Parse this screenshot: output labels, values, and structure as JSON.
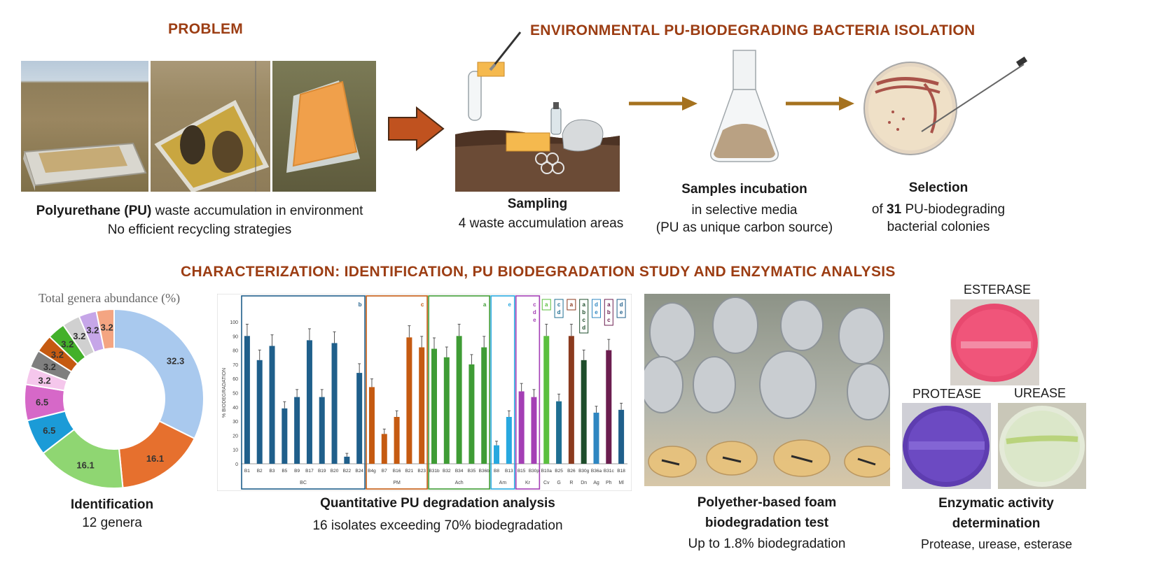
{
  "headers": {
    "problem": "PROBLEM",
    "isolation": "ENVIRONMENTAL PU-BIODEGRADING BACTERIA ISOLATION",
    "characterization": "CHARACTERIZATION: IDENTIFICATION, PU BIODEGRADATION STUDY AND ENZYMATIC ANALYSIS"
  },
  "problem": {
    "line1_bold": "Polyurethane (PU)",
    "line1_rest": " waste accumulation in environment",
    "line2": "No efficient recycling strategies"
  },
  "sampling": {
    "title": "Sampling",
    "sub": "4 waste accumulation areas"
  },
  "incubation": {
    "title": "Samples incubation",
    "sub1": "in selective media",
    "sub2": "(PU as unique carbon source)"
  },
  "selection": {
    "title": "Selection",
    "sub1_pre": "of ",
    "sub1_bold": "31",
    "sub1_post": " PU-biodegrading",
    "sub2": "bacterial colonies"
  },
  "identification": {
    "title": "Identification",
    "sub": "12 genera"
  },
  "quantitative": {
    "title": "Quantitative PU degradation analysis",
    "sub": "16 isolates exceeding 70% biodegradation"
  },
  "foam_test": {
    "title1": "Polyether-based foam",
    "title2": "biodegradation test",
    "sub": "Up to 1.8% biodegradation"
  },
  "enzymatic": {
    "title1": "Enzymatic activity",
    "title2": "determination",
    "sub": "Protease, urease, esterase",
    "esterase": "ESTERASE",
    "protease": "PROTEASE",
    "urease": "UREASE"
  },
  "colors": {
    "header": "#9c3d13",
    "arrow": "#c0521f",
    "small_arrow": "#a5721f"
  },
  "chart_data": [
    {
      "type": "pie",
      "title": "Total genera abundance (%)",
      "values": [
        32.3,
        16.1,
        16.1,
        6.5,
        6.5,
        3.2,
        3.2,
        3.2,
        3.2,
        3.2,
        3.2,
        3.2
      ],
      "labels": [
        "32.3",
        "16.1",
        "16.1",
        "6.5",
        "6.5",
        "3.2",
        "3.2",
        "3.2",
        "3.2",
        "3.2",
        "3.2",
        "3.2"
      ],
      "colors": [
        "#a9c9ee",
        "#e6702e",
        "#8fd672",
        "#1b9bd7",
        "#d668c8",
        "#f5c7ec",
        "#7f7f7f",
        "#c55a11",
        "#43b02a",
        "#d0d0d0",
        "#c6a6e8",
        "#f4a582"
      ]
    },
    {
      "type": "bar",
      "ylabel": "% BIODEGRADATION",
      "ylim": [
        0,
        100
      ],
      "yticks": [
        "0",
        "10",
        "20",
        "30",
        "40",
        "50",
        "60",
        "70",
        "80",
        "90",
        "100"
      ],
      "groups": [
        {
          "name": "BC",
          "letter": "b",
          "color": "#1f5f8b",
          "categories": [
            "B1",
            "B2",
            "B3",
            "B5",
            "B9",
            "B17",
            "B19",
            "B20",
            "B22",
            "B24"
          ],
          "values": [
            90,
            73,
            83,
            39,
            47,
            87,
            47,
            85,
            5,
            64
          ]
        },
        {
          "name": "PM",
          "letter": "c",
          "color": "#c55a11",
          "categories": [
            "B4g",
            "B7",
            "B16",
            "B21",
            "B23"
          ],
          "values": [
            54,
            21,
            33,
            89,
            82
          ]
        },
        {
          "name": "Ach",
          "letter": "a",
          "color": "#3f9c35",
          "categories": [
            "B31b",
            "B32",
            "B34",
            "B35",
            "B36b"
          ],
          "values": [
            81,
            75,
            90,
            70,
            82
          ]
        },
        {
          "name": "Am",
          "letter": "e",
          "color": "#27a8df",
          "categories": [
            "B8",
            "B13"
          ],
          "values": [
            13,
            33
          ]
        },
        {
          "name": "Kr",
          "letter": "c d e",
          "color": "#a43fb5",
          "categories": [
            "B15",
            "B30p"
          ],
          "values": [
            51,
            47
          ]
        },
        {
          "name": "Cv",
          "letter": "a",
          "color": "#5bbf3f",
          "categories": [
            "B10a"
          ],
          "values": [
            90
          ]
        },
        {
          "name": "G",
          "letter": "c d",
          "color": "#1f6f92",
          "categories": [
            "B25"
          ],
          "values": [
            44
          ]
        },
        {
          "name": "R",
          "letter": "a",
          "color": "#8b3a1e",
          "categories": [
            "B26"
          ],
          "values": [
            90
          ]
        },
        {
          "name": "Dn",
          "letter": "a b c d",
          "color": "#1e4d2b",
          "categories": [
            "B30g"
          ],
          "values": [
            73
          ]
        },
        {
          "name": "Ag",
          "letter": "d e",
          "color": "#2e86c1",
          "categories": [
            "B36a"
          ],
          "values": [
            36
          ]
        },
        {
          "name": "Ph",
          "letter": "a b c",
          "color": "#6b1d4f",
          "categories": [
            "B31c"
          ],
          "values": [
            80
          ]
        },
        {
          "name": "Ml",
          "letter": "d e",
          "color": "#1f5f8b",
          "categories": [
            "B18"
          ],
          "values": [
            38
          ]
        }
      ]
    }
  ]
}
